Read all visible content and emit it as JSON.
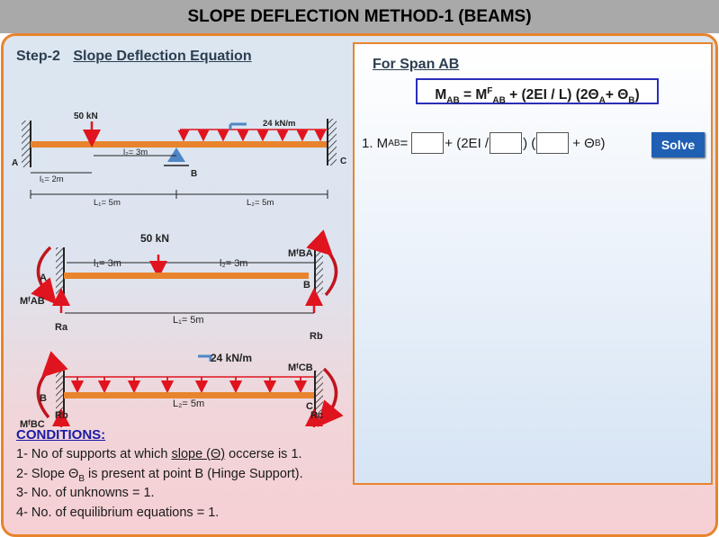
{
  "title": "SLOPE DEFLECTION METHOD-1 (BEAMS)",
  "step": {
    "number": "Step-2",
    "heading": "Slope Deflection Equation"
  },
  "diagram": {
    "top": {
      "load_point": "50 kN",
      "load_udl": "24 kN/m",
      "l2_3m": "l₂= 3m",
      "l1_2m": "l₁= 2m",
      "span1": "L₁= 5m",
      "span2": "L₂= 5m",
      "A": "A",
      "B": "B",
      "C": "C"
    },
    "ab": {
      "load": "50 kN",
      "l1": "l₁= 3m",
      "l2": "l₂= 3m",
      "mfba": "MᶠBA",
      "mfab": "MᶠAB",
      "A": "A",
      "B": "B",
      "ra": "Ra",
      "rb": "Rb",
      "span": "L₁= 5m"
    },
    "bc": {
      "load": "24 kN/m",
      "mfcb": "MᶠCB",
      "mfbc": "MᶠBC",
      "B": "B",
      "C": "C",
      "rb": "Rb",
      "rc": "Rc",
      "span": "L₂= 5m"
    }
  },
  "conditions": {
    "title": "CONDITIONS:",
    "line1_pre": "1- No of supports at which ",
    "line1_u": "slope (Θ)",
    "line1_post": " occerse is 1.",
    "line2_pre": "2- Slope Θ",
    "line2_sub": "B",
    "line2_post": " is present at point B (Hinge Support).",
    "line3": "3- No. of unknowns = 1.",
    "line4": "4- No. of equilibrium equations = 1."
  },
  "panel": {
    "span_title": "For Span AB",
    "eq": {
      "m": "M",
      "m_sub": "AB",
      "eq1": " = M",
      "f": "F",
      "mf_sub": "AB",
      "rest": " + (2EI / L) (2Θ",
      "theta_a": "A",
      "plus": "+ Θ",
      "theta_b": "B",
      "close": ")"
    },
    "line": {
      "label": "1. M",
      "label_sub": "AB",
      "equals": " =",
      "plus_2ei": "+ (2EI /",
      "paren": ") (",
      "plus_theta": "+ Θ",
      "theta_sub": "B",
      "close": ")"
    },
    "solve_label": "Solve"
  },
  "colors": {
    "accent": "#e8842d",
    "beam": "#e8842d",
    "load": "#e0141e",
    "support": "#4f86c6",
    "button": "#1f5fb4",
    "link": "#1a1aa6"
  }
}
